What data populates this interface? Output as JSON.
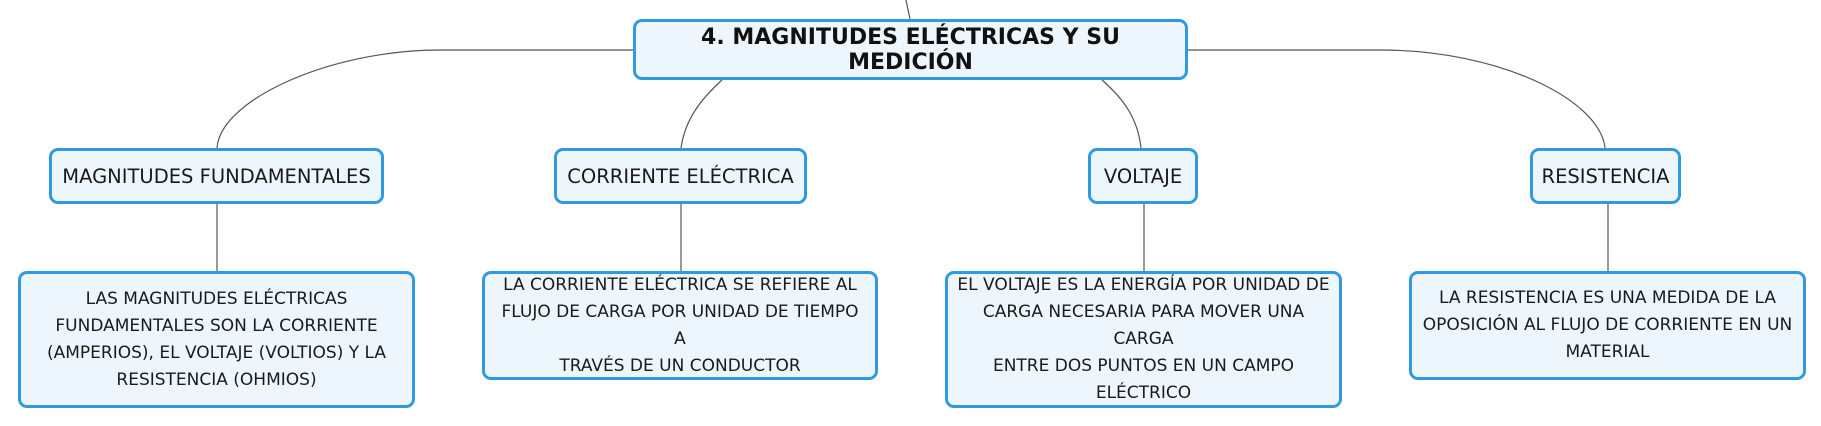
{
  "root": {
    "title": "4. MAGNITUDES ELÉCTRICAS Y SU MEDICIÓN"
  },
  "branches": [
    {
      "topic": "MAGNITUDES FUNDAMENTALES",
      "detail_lines": [
        "LAS MAGNITUDES ELÉCTRICAS",
        "FUNDAMENTALES SON LA CORRIENTE",
        "(AMPERIOS), EL VOLTAJE (VOLTIOS) Y LA",
        "RESISTENCIA (OHMIOS)"
      ]
    },
    {
      "topic": "CORRIENTE ELÉCTRICA",
      "detail_lines": [
        "LA CORRIENTE ELÉCTRICA SE REFIERE AL",
        "FLUJO DE CARGA POR UNIDAD DE TIEMPO A",
        "TRAVÉS DE UN CONDUCTOR"
      ]
    },
    {
      "topic": "VOLTAJE",
      "detail_lines": [
        "EL VOLTAJE ES LA ENERGÍA POR UNIDAD DE",
        "CARGA NECESARIA PARA MOVER UNA CARGA",
        "ENTRE DOS PUNTOS EN UN CAMPO",
        "ELÉCTRICO"
      ]
    },
    {
      "topic": "RESISTENCIA",
      "detail_lines": [
        "LA RESISTENCIA ES UNA MEDIDA DE LA",
        "OPOSICIÓN AL FLUJO DE CORRIENTE EN UN",
        "MATERIAL"
      ]
    }
  ],
  "colors": {
    "node_border": "#2f9ae0",
    "node_fill": "#eef6fd",
    "connector": "#555555"
  }
}
